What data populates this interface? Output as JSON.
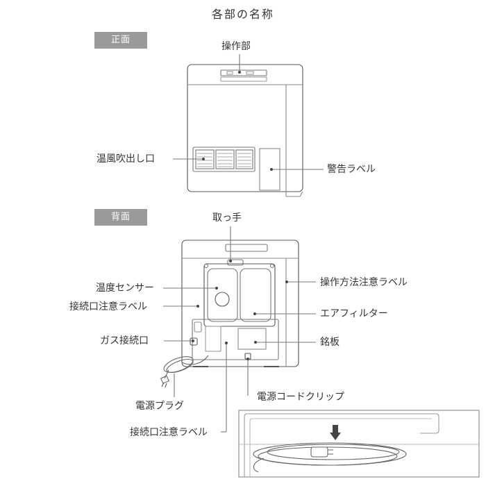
{
  "title": "各部の名称",
  "front": {
    "tag": "正面",
    "labels": {
      "control_panel": "操作部",
      "warm_air_outlet": "温風吹出し口",
      "warning_label": "警告ラベル"
    }
  },
  "back": {
    "tag": "背面",
    "labels": {
      "handle": "取っ手",
      "operation_caution_label": "操作方法注意ラベル",
      "temperature_sensor": "温度センサー",
      "connection_caution_label_upper": "接続口注意ラベル",
      "air_filter": "エアフィルター",
      "gas_connection_port": "ガス接続口",
      "rating_plate": "銘板",
      "power_plug": "電源プラグ",
      "power_cord_clip": "電源コードクリップ",
      "connection_caution_label_lower": "接続口注意ラベル"
    }
  },
  "icons": {
    "leader_dot": "leader-dot-icon",
    "down_arrow": "down-arrow-icon"
  },
  "colors": {
    "line": "#555555",
    "light_line": "#8a8a8a",
    "tag_background": "#9a9a9a",
    "tag_text": "#ffffff",
    "text": "#333333"
  }
}
